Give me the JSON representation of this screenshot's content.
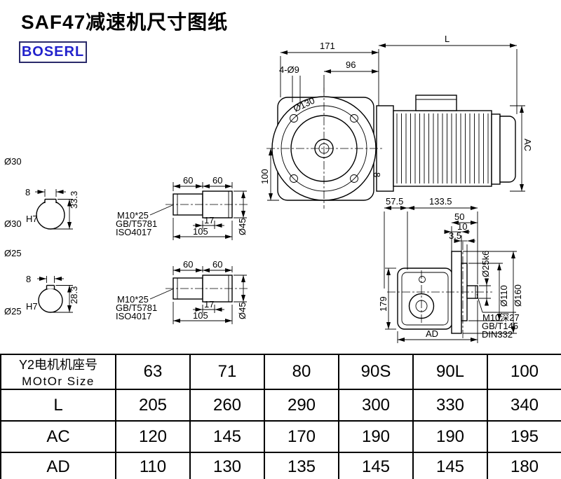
{
  "header": {
    "title": "SAF47减速机尺寸图纸",
    "brand": "BOSERL"
  },
  "colors": {
    "brand_text": "#2222cc",
    "brand_border": "#2a2a6a",
    "line": "#000000",
    "background": "#ffffff"
  },
  "front_view": {
    "dim_171": "171",
    "dim_L": "L",
    "dim_96": "96",
    "holes_label": "4-Ø9",
    "dim_flange": "Ø130",
    "dim_100": "100",
    "dim_AC": "AC",
    "dim_gap": "8"
  },
  "bore_top": {
    "title": "Ø30",
    "key_width": "8",
    "key_depth": "33.3",
    "bore": "Ø30",
    "tolerance": "H7"
  },
  "bore_bottom": {
    "title": "Ø25",
    "key_width": "8",
    "key_depth": "28.3",
    "bore": "Ø25",
    "tolerance": "H7"
  },
  "shaft_top": {
    "dim_60a": "60",
    "dim_60b": "60",
    "dim_17": "17",
    "dim_105": "105",
    "dim_dia": "Ø45",
    "bolt": "M10*25",
    "std_gb": "GB/T5781",
    "std_iso": "ISO4017"
  },
  "shaft_bottom": {
    "dim_60a": "60",
    "dim_60b": "60",
    "dim_17": "17",
    "dim_105": "105",
    "dim_dia": "Ø45",
    "bolt": "M10*25",
    "std_gb": "GB/T5781",
    "std_iso": "ISO4017"
  },
  "side_view": {
    "dim_57_5": "57.5",
    "dim_133_5": "133.5",
    "dim_50": "50",
    "dim_10": "10",
    "dim_3_5": "3.5",
    "dim_shaft": "Ø25k6",
    "dim_spigot": "Ø110",
    "dim_flange": "Ø160",
    "dim_179": "179",
    "dim_AD": "AD",
    "tap": "M10深27",
    "tap_std_gb": "GB/T145",
    "tap_std_din": "DIN332"
  },
  "table": {
    "row_header_line1": "Y2电机机座号",
    "row_header_line2": "MOtOr Size",
    "columns": [
      "63",
      "71",
      "80",
      "90S",
      "90L",
      "100"
    ],
    "rows": [
      {
        "label": "L",
        "values": [
          "205",
          "260",
          "290",
          "300",
          "330",
          "340"
        ]
      },
      {
        "label": "AC",
        "values": [
          "120",
          "145",
          "170",
          "190",
          "190",
          "195"
        ]
      },
      {
        "label": "AD",
        "values": [
          "110",
          "130",
          "135",
          "145",
          "145",
          "180"
        ]
      }
    ]
  }
}
